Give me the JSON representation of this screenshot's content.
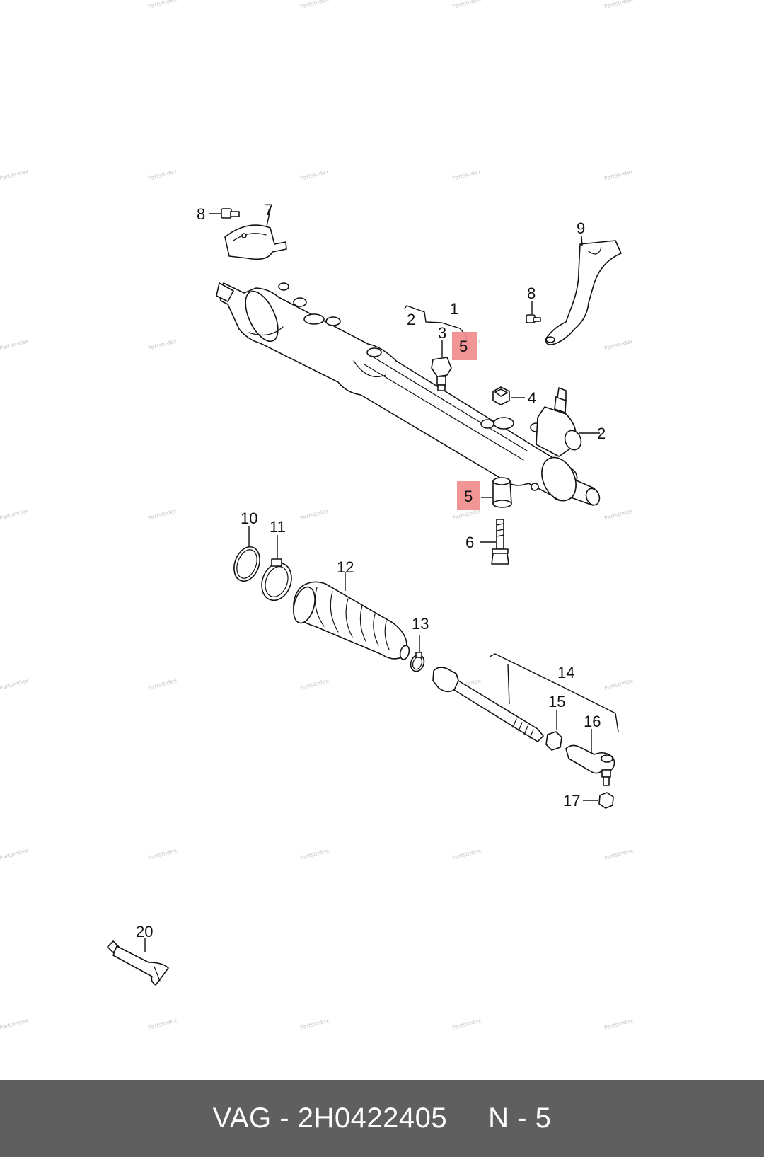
{
  "callouts": {
    "c1": "1",
    "c2a": "2",
    "c2b": "2",
    "c3": "3",
    "c4": "4",
    "c5a": "5",
    "c5b": "5",
    "c6": "6",
    "c7": "7",
    "c8a": "8",
    "c8b": "8",
    "c9": "9",
    "c10": "10",
    "c11": "11",
    "c12": "12",
    "c13": "13",
    "c14": "14",
    "c15": "15",
    "c16": "16",
    "c17": "17",
    "c20": "20"
  },
  "watermark": "PartsIndex",
  "highlight_color": "#f08a8a",
  "footer": {
    "brand": "VAG",
    "separator": "-",
    "part_number": "2H0422405",
    "position": "N - 5"
  }
}
